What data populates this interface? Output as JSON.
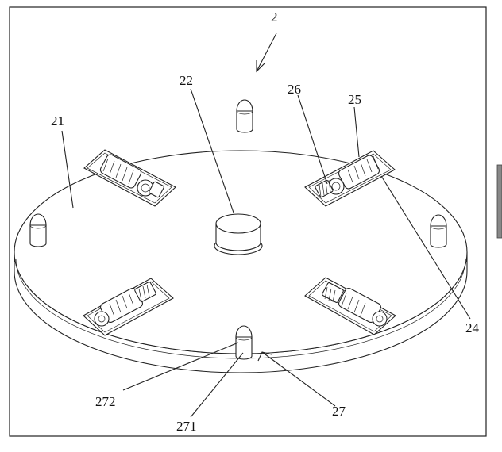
{
  "labels": {
    "assembly": "2",
    "plate": "21",
    "center_post": "22",
    "slot": "24",
    "gear": "25",
    "motor": "26",
    "pin": "27",
    "pin_base": "271",
    "pin_top": "272"
  }
}
